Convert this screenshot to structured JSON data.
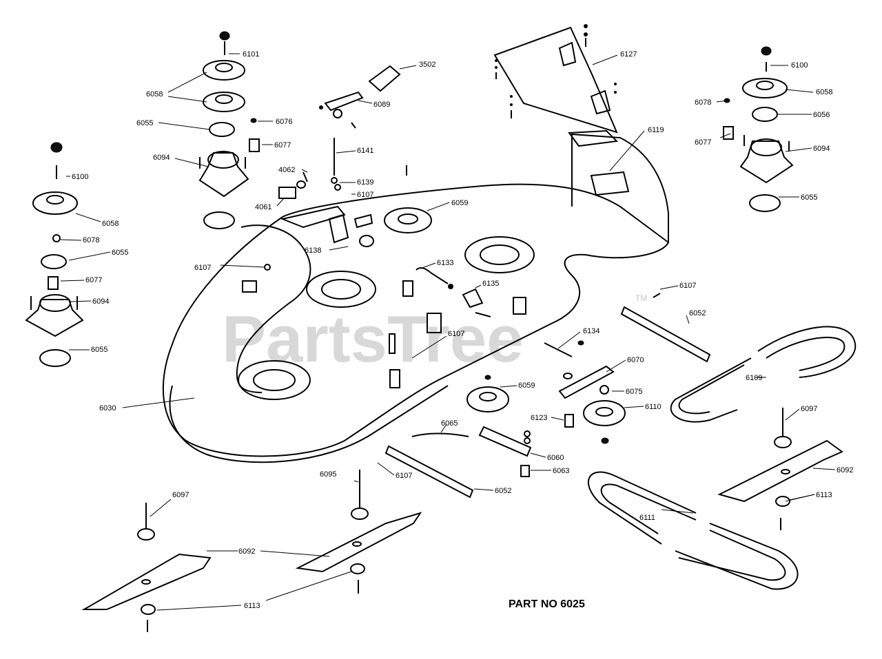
{
  "watermark": {
    "text": "PartsTree",
    "trademark": "TM"
  },
  "part_number": "PART NO 6025",
  "labels": [
    {
      "id": "l6101",
      "text": "6101"
    },
    {
      "id": "l3502",
      "text": "3502"
    },
    {
      "id": "l6127",
      "text": "6127"
    },
    {
      "id": "l6100a",
      "text": "6100"
    },
    {
      "id": "l6058a",
      "text": "6058"
    },
    {
      "id": "l6089",
      "text": "6089"
    },
    {
      "id": "l6058b",
      "text": "6058"
    },
    {
      "id": "l6078a",
      "text": "6078"
    },
    {
      "id": "l6055a",
      "text": "6055"
    },
    {
      "id": "l6076",
      "text": "6076"
    },
    {
      "id": "l6056",
      "text": "6056"
    },
    {
      "id": "l6119",
      "text": "6119"
    },
    {
      "id": "l6077a",
      "text": "6077"
    },
    {
      "id": "l6141",
      "text": "6141"
    },
    {
      "id": "l6077b",
      "text": "6077"
    },
    {
      "id": "l6094a",
      "text": "6094"
    },
    {
      "id": "l6094b",
      "text": "6094"
    },
    {
      "id": "l4062",
      "text": "4062"
    },
    {
      "id": "l6100b",
      "text": "6100"
    },
    {
      "id": "l6139",
      "text": "6139"
    },
    {
      "id": "l6107a",
      "text": "6107"
    },
    {
      "id": "l4061",
      "text": "4061"
    },
    {
      "id": "l6059a",
      "text": "6059"
    },
    {
      "id": "l6055b",
      "text": "6055"
    },
    {
      "id": "l6058c",
      "text": "6058"
    },
    {
      "id": "l6078b",
      "text": "6078"
    },
    {
      "id": "l6138",
      "text": "6138"
    },
    {
      "id": "l6055c",
      "text": "6055"
    },
    {
      "id": "l6133",
      "text": "6133"
    },
    {
      "id": "l6107b",
      "text": "6107"
    },
    {
      "id": "l6077c",
      "text": "6077"
    },
    {
      "id": "l6107c",
      "text": "6107"
    },
    {
      "id": "l6135",
      "text": "6135"
    },
    {
      "id": "l6094c",
      "text": "6094"
    },
    {
      "id": "l6052a",
      "text": "6052"
    },
    {
      "id": "l6134",
      "text": "6134"
    },
    {
      "id": "l6107d",
      "text": "6107"
    },
    {
      "id": "l6055d",
      "text": "6055"
    },
    {
      "id": "l6070",
      "text": "6070"
    },
    {
      "id": "l6109",
      "text": "6109"
    },
    {
      "id": "l6059b",
      "text": "6059"
    },
    {
      "id": "l6075",
      "text": "6075"
    },
    {
      "id": "l6030",
      "text": "6030"
    },
    {
      "id": "l6110",
      "text": "6110"
    },
    {
      "id": "l6097a",
      "text": "6097"
    },
    {
      "id": "l6123",
      "text": "6123"
    },
    {
      "id": "l6065",
      "text": "6065"
    },
    {
      "id": "l6060",
      "text": "6060"
    },
    {
      "id": "l6092a",
      "text": "6092"
    },
    {
      "id": "l6063",
      "text": "6063"
    },
    {
      "id": "l6095",
      "text": "6095"
    },
    {
      "id": "l6107e",
      "text": "6107"
    },
    {
      "id": "l6052b",
      "text": "6052"
    },
    {
      "id": "l6113a",
      "text": "6113"
    },
    {
      "id": "l6097b",
      "text": "6097"
    },
    {
      "id": "l6111",
      "text": "6111"
    },
    {
      "id": "l6092b",
      "text": "6092"
    },
    {
      "id": "l6113b",
      "text": "6113"
    }
  ]
}
